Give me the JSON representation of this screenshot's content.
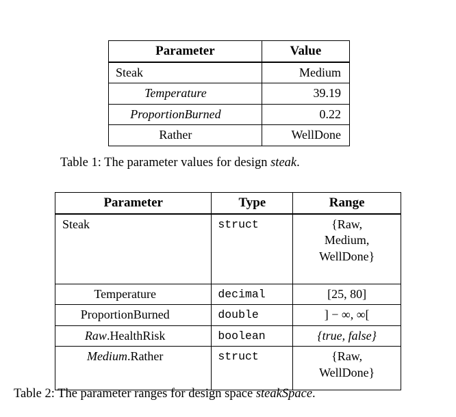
{
  "document": {
    "type": "latex-tables-figure",
    "background_color": "#ffffff",
    "text_color": "#000000"
  },
  "table1": {
    "headers": [
      "Parameter",
      "Value"
    ],
    "rows": [
      {
        "parameter": "Steak",
        "parameter_style": "roman",
        "level": "root",
        "value": "Medium"
      },
      {
        "parameter": "Temperature",
        "parameter_style": "italic",
        "level": "child",
        "value": "39.19"
      },
      {
        "parameter": "ProportionBurned",
        "parameter_style": "italic",
        "level": "child",
        "value": "0.22"
      },
      {
        "parameter": "Rather",
        "parameter_style": "roman",
        "level": "child",
        "value": "WellDone"
      }
    ],
    "caption": {
      "label": "Table 1:",
      "text_before": "The parameter values for design",
      "emphasis": "steak",
      "text_after": "."
    }
  },
  "table2": {
    "headers": [
      "Parameter",
      "Type",
      "Range"
    ],
    "rows": [
      {
        "parameter_prefix": "",
        "parameter_prefix_style": "italic",
        "parameter_name": "Steak",
        "level": "root",
        "type": "struct",
        "range_lines": [
          "{Raw,",
          "Medium,",
          "WellDone}"
        ],
        "range_style": "roman"
      },
      {
        "parameter_prefix": "",
        "parameter_prefix_style": "italic",
        "parameter_name": "Temperature",
        "level": "child",
        "type": "decimal",
        "range_lines": [
          "[25, 80]"
        ],
        "range_style": "math"
      },
      {
        "parameter_prefix": "",
        "parameter_prefix_style": "italic",
        "parameter_name": "ProportionBurned",
        "level": "child",
        "type": "double",
        "range_lines": [
          "] − ∞, ∞["
        ],
        "range_style": "math"
      },
      {
        "parameter_prefix": "Raw",
        "parameter_prefix_style": "italic",
        "parameter_name": ".HealthRisk",
        "level": "child",
        "type": "boolean",
        "range_lines": [
          "{true, false}"
        ],
        "range_style": "math-italic"
      },
      {
        "parameter_prefix": "Medium",
        "parameter_prefix_style": "italic",
        "parameter_name": ".Rather",
        "level": "child",
        "type": "struct",
        "range_lines": [
          "{Raw,",
          "WellDone}"
        ],
        "range_style": "roman"
      }
    ],
    "caption": {
      "label": "Table 2:",
      "text_before": "The parameter ranges for design space",
      "emphasis": "steakSpace",
      "text_after": "."
    }
  }
}
